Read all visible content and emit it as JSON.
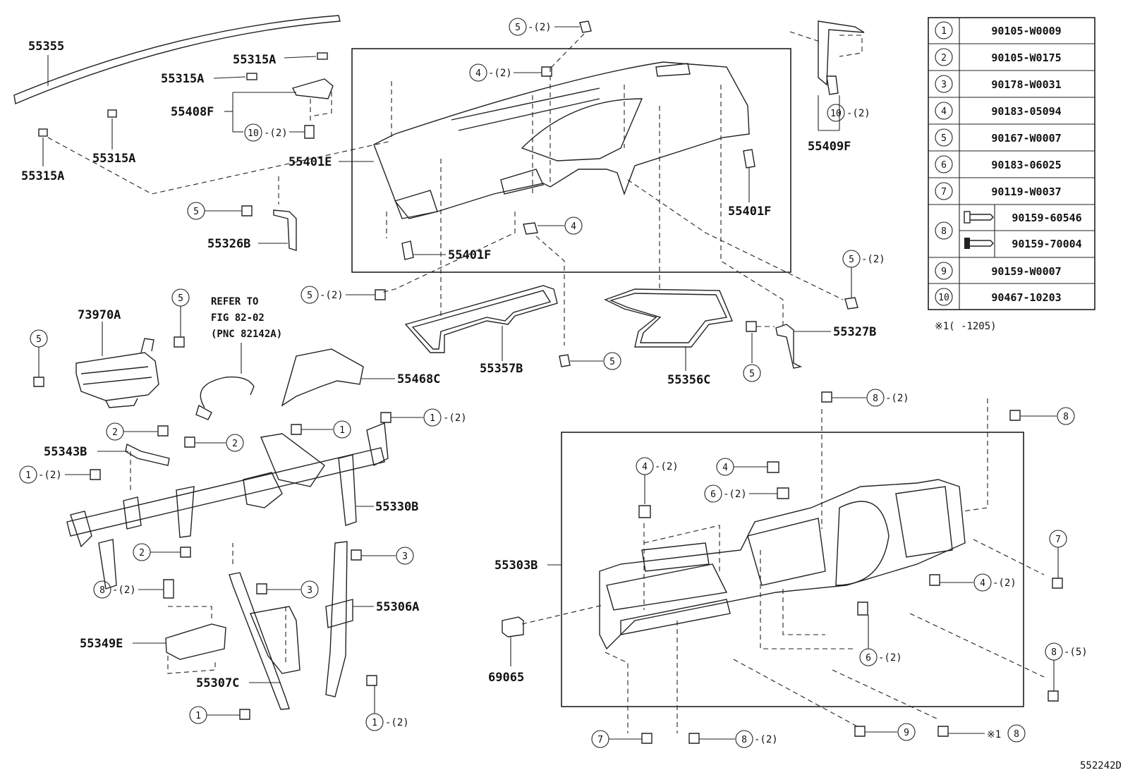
{
  "callouts": [
    {
      "id": "c55355",
      "text": "55355"
    },
    {
      "id": "c55315A_1",
      "text": "55315A"
    },
    {
      "id": "c55315A_2",
      "text": "55315A"
    },
    {
      "id": "c55315A_3",
      "text": "55315A"
    },
    {
      "id": "c55315A_4",
      "text": "55315A"
    },
    {
      "id": "c55408F",
      "text": "55408F"
    },
    {
      "id": "c55401E",
      "text": "55401E"
    },
    {
      "id": "c55326B",
      "text": "55326B"
    },
    {
      "id": "c55401F_1",
      "text": "55401F"
    },
    {
      "id": "c55401F_2",
      "text": "55401F"
    },
    {
      "id": "c55409F",
      "text": "55409F"
    },
    {
      "id": "c73970A",
      "text": "73970A"
    },
    {
      "id": "c55468C",
      "text": "55468C"
    },
    {
      "id": "c55357B",
      "text": "55357B"
    },
    {
      "id": "c55356C",
      "text": "55356C"
    },
    {
      "id": "c55327B",
      "text": "55327B"
    },
    {
      "id": "c55343B",
      "text": "55343B"
    },
    {
      "id": "c55330B",
      "text": "55330B"
    },
    {
      "id": "c55306A",
      "text": "55306A"
    },
    {
      "id": "c55349E",
      "text": "55349E"
    },
    {
      "id": "c55307C",
      "text": "55307C"
    },
    {
      "id": "c55303B",
      "text": "55303B"
    },
    {
      "id": "c69065",
      "text": "69065"
    }
  ],
  "reference_note": [
    "REFER TO",
    "FIG 82-02",
    "(PNC 82142A)"
  ],
  "fastener_table": [
    {
      "num": "1",
      "part": "90105-W0009"
    },
    {
      "num": "2",
      "part": "90105-W0175"
    },
    {
      "num": "3",
      "part": "90178-W0031"
    },
    {
      "num": "4",
      "part": "90183-05094"
    },
    {
      "num": "5",
      "part": "90167-W0007"
    },
    {
      "num": "6",
      "part": "90183-06025"
    },
    {
      "num": "7",
      "part": "90119-W0037"
    },
    {
      "num": "8",
      "part": "90159-60546",
      "part_alt": "90159-70004"
    },
    {
      "num": "9",
      "part": "90159-W0007"
    },
    {
      "num": "10",
      "part": "90467-10203"
    }
  ],
  "footnote": "※1(    -1205)",
  "footnote_mark": "※1",
  "figure_code": "552242D"
}
